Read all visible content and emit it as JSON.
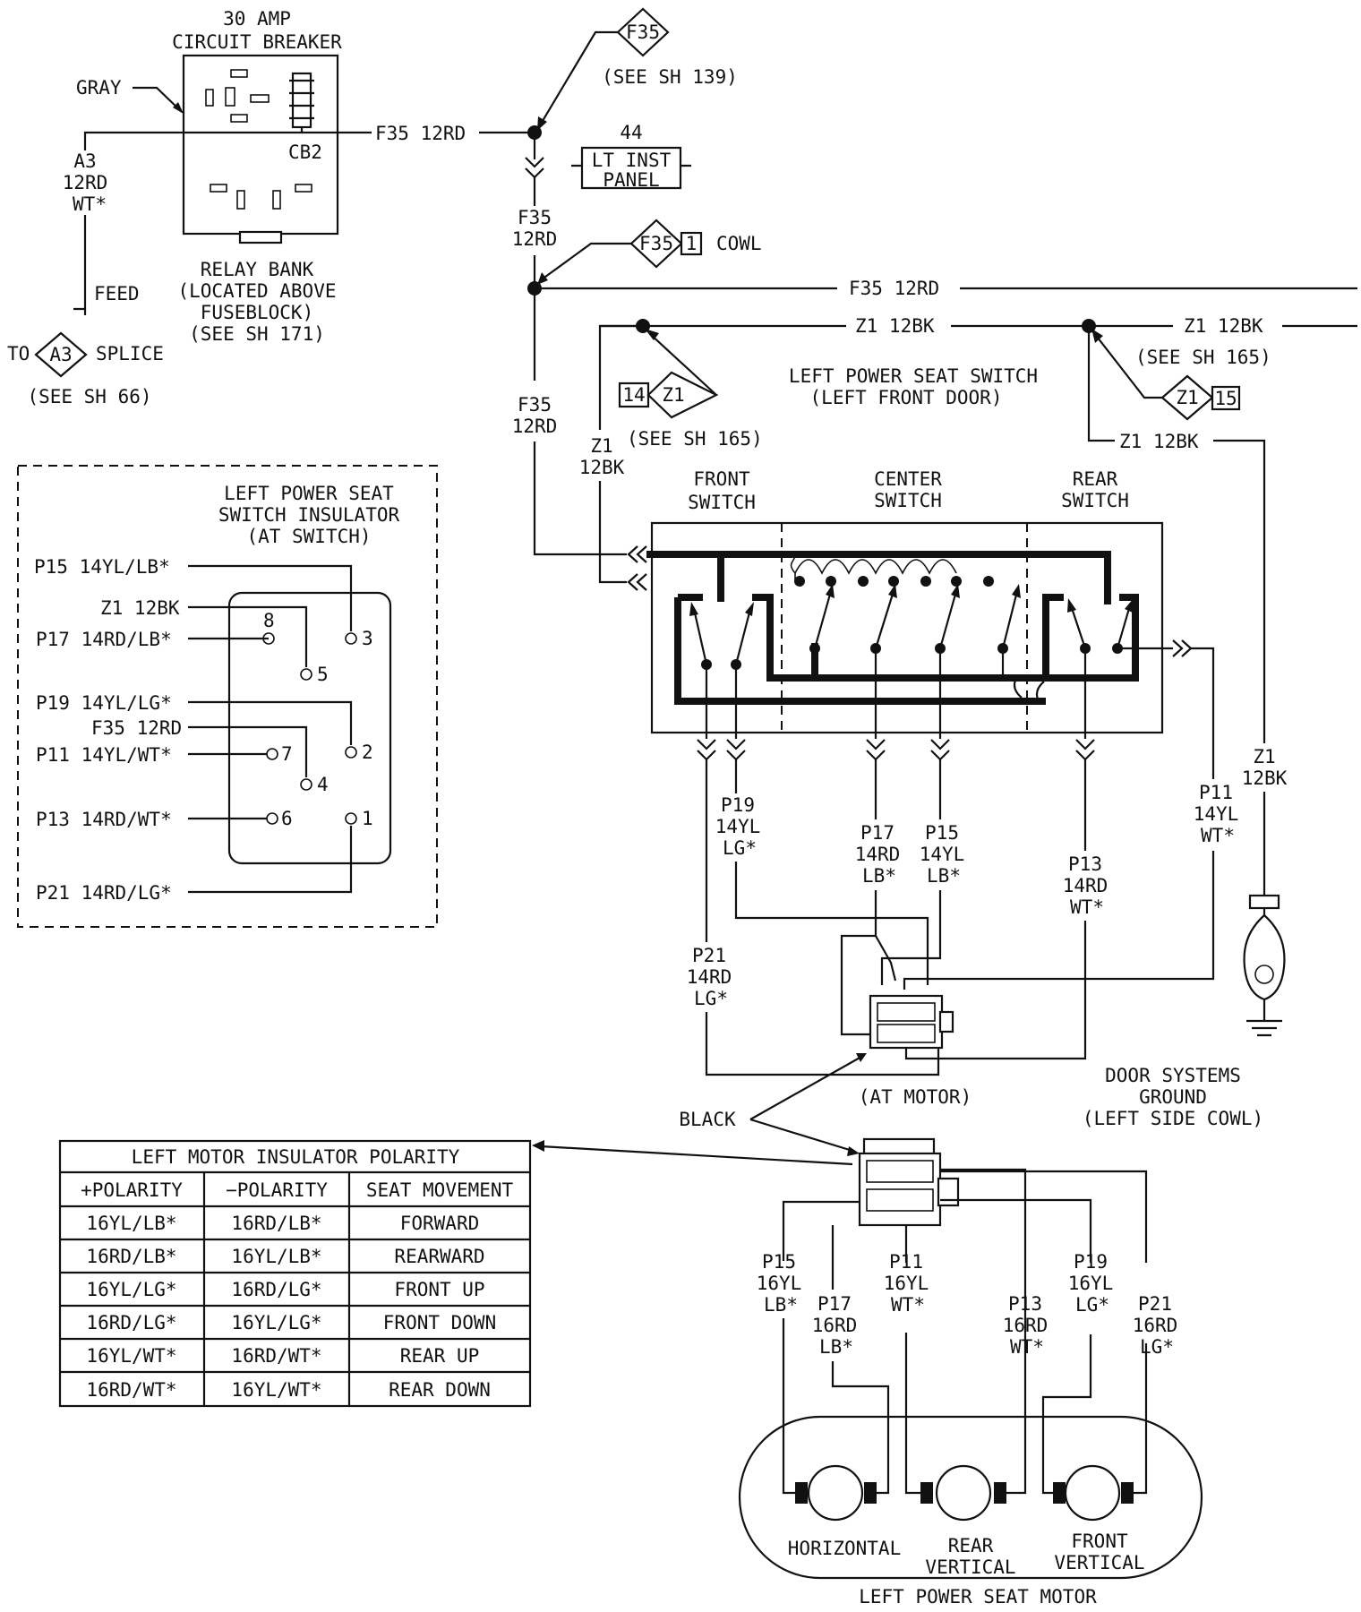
{
  "breaker": {
    "title_1": "30 AMP",
    "title_2": "CIRCUIT BREAKER",
    "color": "GRAY",
    "id": "CB2",
    "bank_1": "RELAY BANK",
    "bank_2": "(LOCATED ABOVE",
    "bank_3": "FUSEBLOCK)",
    "bank_4": "(SEE SH 171)"
  },
  "feed": {
    "wire_1": "A3",
    "wire_2": "12RD",
    "wire_3": "WT*",
    "label": "FEED",
    "to": "TO",
    "connector": "A3",
    "splice": "SPLICE",
    "ref": "(SEE SH 66)"
  },
  "top": {
    "f35_wire": "F35 12RD",
    "f35_flag": "F35",
    "f35_ref": "(SEE SH 139)",
    "inst_num": "44",
    "inst_1": "LT INST",
    "inst_2": "PANEL",
    "f35_v1": "F35",
    "f35_v2": "12RD",
    "cowl_flag": "F35",
    "cowl_pin": "1",
    "cowl": "COWL",
    "f35_main": "F35 12RD",
    "z1_a": "Z1 12BK",
    "z1_b": "Z1 12BK",
    "z1_ref": "(SEE SH 165)",
    "z1_flag_pin": "15",
    "z1_flag": "Z1",
    "z1_c": "Z1 12BK",
    "z1_left_pin": "14",
    "z1_left_flag": "Z1",
    "z1_left_ref": "(SEE SH 165)",
    "f35_v3": "F35",
    "f35_v4": "12RD",
    "z1_v1": "Z1",
    "z1_v2": "12BK",
    "switch_title_1": "LEFT POWER SEAT SWITCH",
    "switch_title_2": "(LEFT FRONT DOOR)"
  },
  "switch": {
    "front_1": "FRONT",
    "front_2": "SWITCH",
    "center_1": "CENTER",
    "center_2": "SWITCH",
    "rear_1": "REAR",
    "rear_2": "SWITCH"
  },
  "insulator": {
    "title_1": "LEFT POWER SEAT",
    "title_2": "SWITCH INSULATOR",
    "title_3": "(AT SWITCH)",
    "w1": "P15 14YL/LB*",
    "w2": "Z1 12BK",
    "w3": "P17 14RD/LB*",
    "w4": "P19 14YL/LG*",
    "w5": "F35 12RD",
    "w6": "P11 14YL/WT*",
    "w7": "P13 14RD/WT*",
    "w8": "P21 14RD/LG*",
    "pins": [
      "1",
      "2",
      "3",
      "4",
      "5",
      "6",
      "7",
      "8"
    ]
  },
  "wires": {
    "p19": [
      "P19",
      "14YL",
      "LG*"
    ],
    "p17": [
      "P17",
      "14RD",
      "LB*"
    ],
    "p15": [
      "P15",
      "14YL",
      "LB*"
    ],
    "p13": [
      "P13",
      "14RD",
      "WT*"
    ],
    "p11": [
      "P11",
      "14YL",
      "WT*"
    ],
    "p21": [
      "P21",
      "14RD",
      "LG*"
    ],
    "z1": [
      "Z1",
      "12BK"
    ]
  },
  "ground": {
    "g1": "DOOR SYSTEMS",
    "g2": "GROUND",
    "g3": "(LEFT SIDE COWL)"
  },
  "motor_conn": {
    "at_motor": "(AT MOTOR)",
    "black": "BLACK"
  },
  "motor_wires": {
    "p15": [
      "P15",
      "16YL",
      "LB*"
    ],
    "p17": [
      "P17",
      "16RD",
      "LB*"
    ],
    "p11": [
      "P11",
      "16YL",
      "WT*"
    ],
    "p13": [
      "P13",
      "16RD",
      "WT*"
    ],
    "p19": [
      "P19",
      "16YL",
      "LG*"
    ],
    "p21": [
      "P21",
      "16RD",
      "LG*"
    ]
  },
  "motor": {
    "horizontal": "HORIZONTAL",
    "rear_1": "REAR",
    "rear_2": "VERTICAL",
    "front_1": "FRONT",
    "front_2": "VERTICAL",
    "title": "LEFT POWER SEAT MOTOR"
  },
  "table": {
    "title": "LEFT MOTOR INSULATOR POLARITY",
    "headers": [
      "+POLARITY",
      "−POLARITY",
      "SEAT MOVEMENT"
    ],
    "rows": [
      [
        "16YL/LB*",
        "16RD/LB*",
        "FORWARD"
      ],
      [
        "16RD/LB*",
        "16YL/LB*",
        "REARWARD"
      ],
      [
        "16YL/LG*",
        "16RD/LG*",
        "FRONT UP"
      ],
      [
        "16RD/LG*",
        "16YL/LG*",
        "FRONT DOWN"
      ],
      [
        "16YL/WT*",
        "16RD/WT*",
        "REAR UP"
      ],
      [
        "16RD/WT*",
        "16YL/WT*",
        "REAR DOWN"
      ]
    ]
  }
}
